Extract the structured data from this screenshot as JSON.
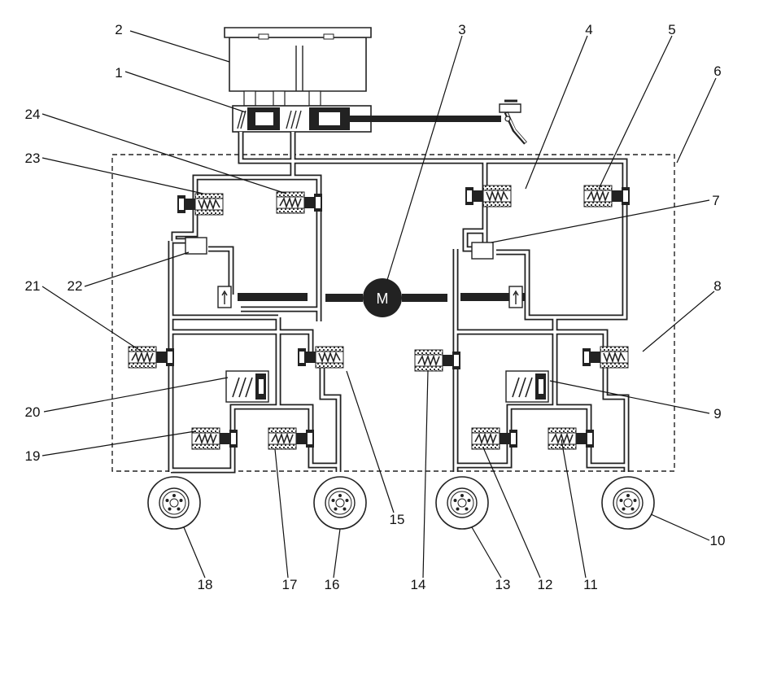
{
  "diagram": {
    "motor_label": "M",
    "callouts": [
      {
        "id": "c1",
        "text": "1"
      },
      {
        "id": "c2",
        "text": "2"
      },
      {
        "id": "c3",
        "text": "3"
      },
      {
        "id": "c4",
        "text": "4"
      },
      {
        "id": "c5",
        "text": "5"
      },
      {
        "id": "c6",
        "text": "6"
      },
      {
        "id": "c7",
        "text": "7"
      },
      {
        "id": "c8",
        "text": "8"
      },
      {
        "id": "c9",
        "text": "9"
      },
      {
        "id": "c10",
        "text": "10"
      },
      {
        "id": "c11",
        "text": "11"
      },
      {
        "id": "c12",
        "text": "12"
      },
      {
        "id": "c13",
        "text": "13"
      },
      {
        "id": "c14",
        "text": "14"
      },
      {
        "id": "c15",
        "text": "15"
      },
      {
        "id": "c16",
        "text": "16"
      },
      {
        "id": "c17",
        "text": "17"
      },
      {
        "id": "c18",
        "text": "18"
      },
      {
        "id": "c19",
        "text": "19"
      },
      {
        "id": "c20",
        "text": "20"
      },
      {
        "id": "c21",
        "text": "21"
      },
      {
        "id": "c22",
        "text": "22"
      },
      {
        "id": "c23",
        "text": "23"
      },
      {
        "id": "c24",
        "text": "24"
      }
    ],
    "colors": {
      "line": "#222222",
      "background": "#ffffff"
    }
  }
}
